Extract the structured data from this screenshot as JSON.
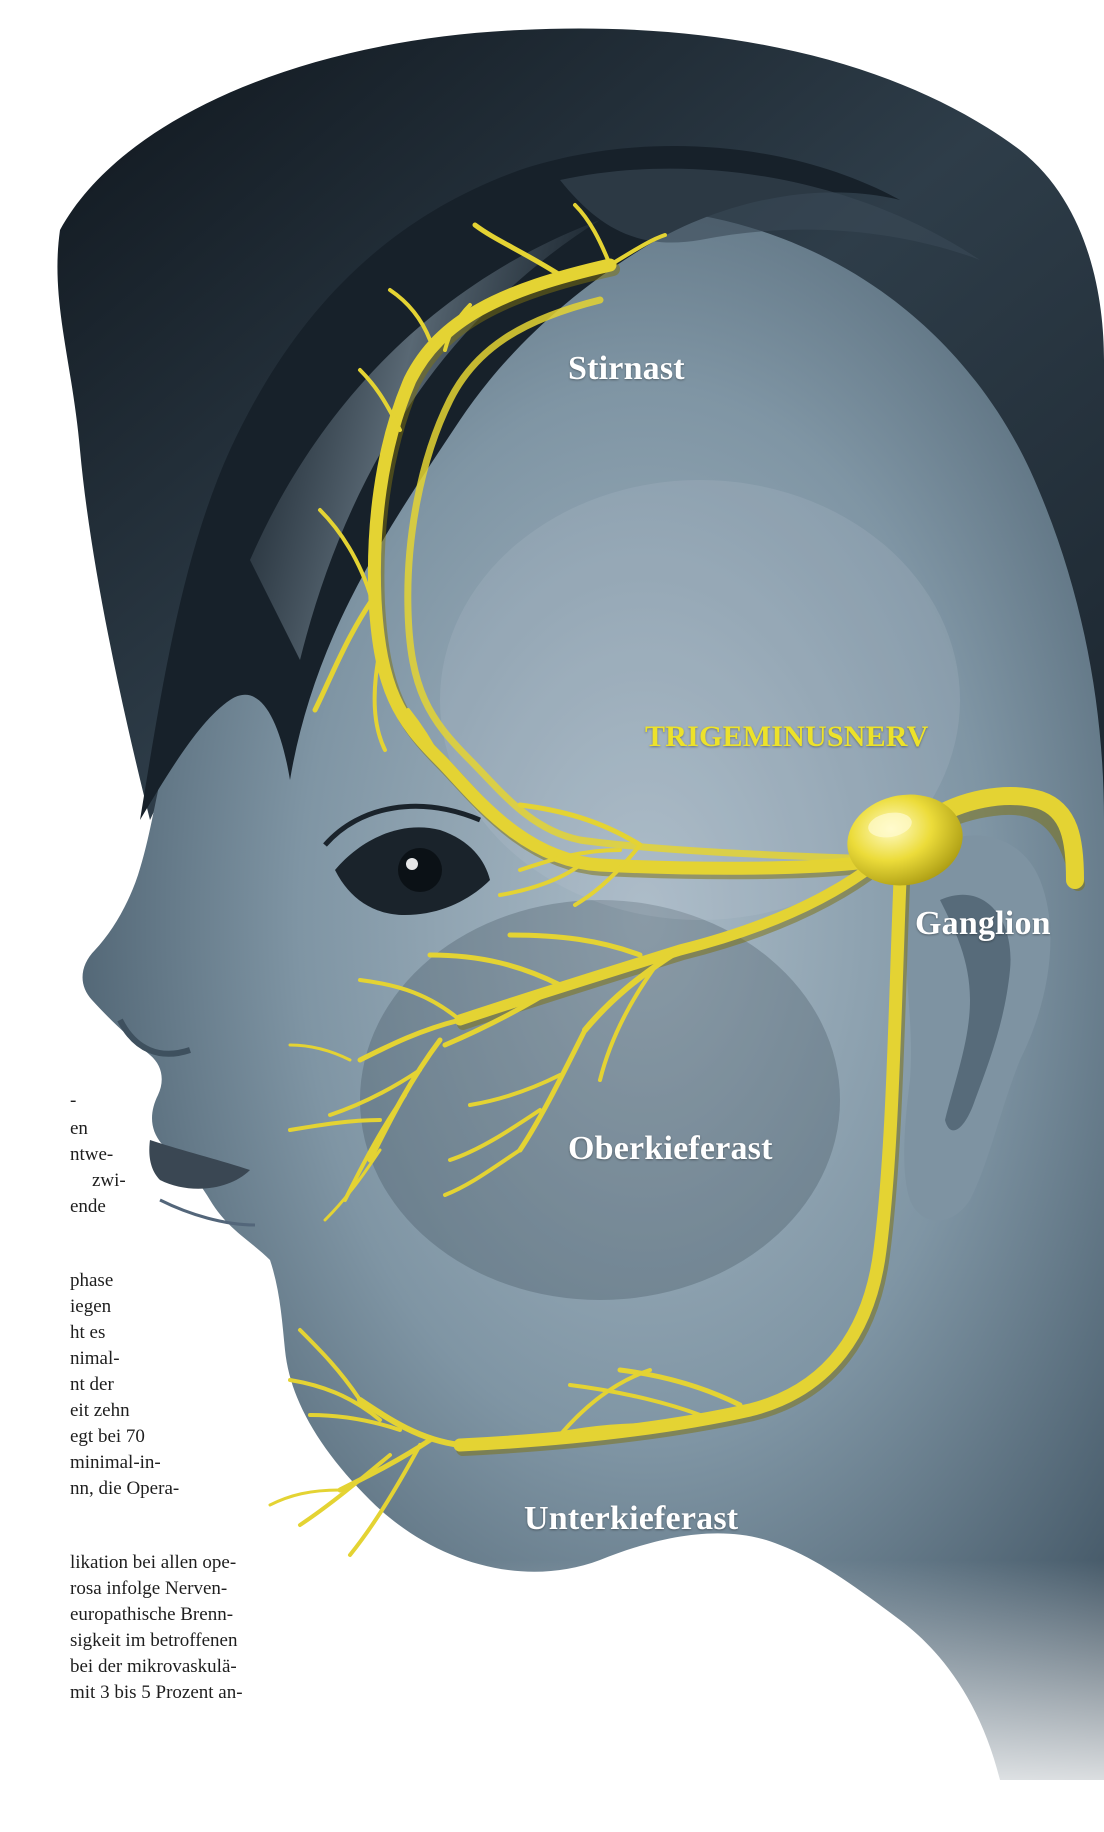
{
  "labels": {
    "forehead": "Stirnast",
    "nerve_title": "TRIGEMINUSNERV",
    "ganglion": "Ganglion",
    "maxillary": "Oberkieferast",
    "mandibular": "Unterkieferast"
  },
  "article_lines": [
    "-",
    "en",
    "ntwe-",
    "zwi-",
    "ende",
    "phase",
    "iegen",
    "ht es",
    "nimal-",
    "nt der",
    "eit zehn",
    "egt bei 70",
    "minimal-in-",
    "nn, die Opera-",
    "likation bei allen ope-",
    "rosa infolge Nerven-",
    "europathische Brenn-",
    "sigkeit im betroffenen",
    "bei der mikrovaskulä-",
    "mit 3 bis 5 Prozent an-"
  ],
  "colors": {
    "nerve": "#e8d833",
    "nerve_highlight": "#fff7a0",
    "nerve_shadow": "#9f8f10",
    "skin_light": "#9fb2bf",
    "skin_dark": "#2a3a47",
    "hair": "#1c2731",
    "title": "#ede22a"
  }
}
